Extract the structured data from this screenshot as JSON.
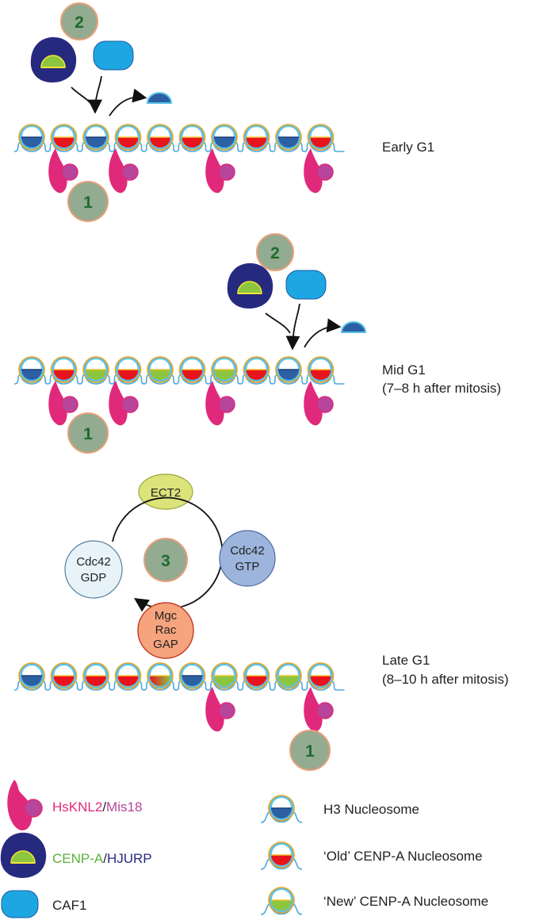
{
  "panels": {
    "early": {
      "stage_label": "Early G1",
      "step_labels": [
        "2",
        "1"
      ],
      "nucleosomes": [
        "h3",
        "old",
        "h3",
        "old",
        "old",
        "old",
        "h3",
        "old",
        "h3",
        "old"
      ]
    },
    "mid": {
      "stage_label": "Mid G1",
      "stage_sub": "(7–8 h after mitosis)",
      "step_labels": [
        "2",
        "1"
      ],
      "nucleosomes": [
        "h3",
        "old",
        "new",
        "old",
        "new",
        "old",
        "new",
        "old",
        "h3",
        "old"
      ]
    },
    "late": {
      "stage_label": "Late G1",
      "stage_sub": "(8–10 h after mitosis)",
      "step_labels": [
        "3",
        "1"
      ],
      "nucleosomes": [
        "h3",
        "old",
        "old",
        "old",
        "mix",
        "h3",
        "new",
        "old",
        "new",
        "old"
      ],
      "cycle": {
        "ect2": "ECT2",
        "cdc42_gdp": [
          "Cdc42",
          "GDP"
        ],
        "cdc42_gtp": [
          "Cdc42",
          "GTP"
        ],
        "mgcracgap": [
          "Mgc",
          "Rac",
          "GAP"
        ]
      }
    }
  },
  "legend": {
    "hsknl2": "HsKNL2",
    "slash1": "/",
    "mis18": "Mis18",
    "cenpa": "CENP-A",
    "slash2": "/",
    "hjurp": "HJURP",
    "caf1": "CAF1",
    "h3_nucleosome": "H3 Nucleosome",
    "old_nucleosome": "‘Old’ CENP-A Nucleosome",
    "new_nucleosome": "‘New’ CENP-A Nucleosome"
  },
  "colors": {
    "h3_fill": "#2d5fa3",
    "old_fill": "#e8141c",
    "new_fill": "#8cc63f",
    "shell": "#5bc3ea",
    "outline": "#e8a323",
    "dna": "#4aa8dd",
    "knl2": "#e0297a",
    "mis18": "#b6459b",
    "hjurp": "#262a7f",
    "caf1": "#1ea6e3",
    "step_circle": "#93ab90",
    "step_ring": "#e8a07a",
    "ect2_fill": "#dbe37a",
    "gdp_fill": "#e7f3f8",
    "gtp_fill": "#9db4dd",
    "gap_fill": "#f5a47e"
  }
}
